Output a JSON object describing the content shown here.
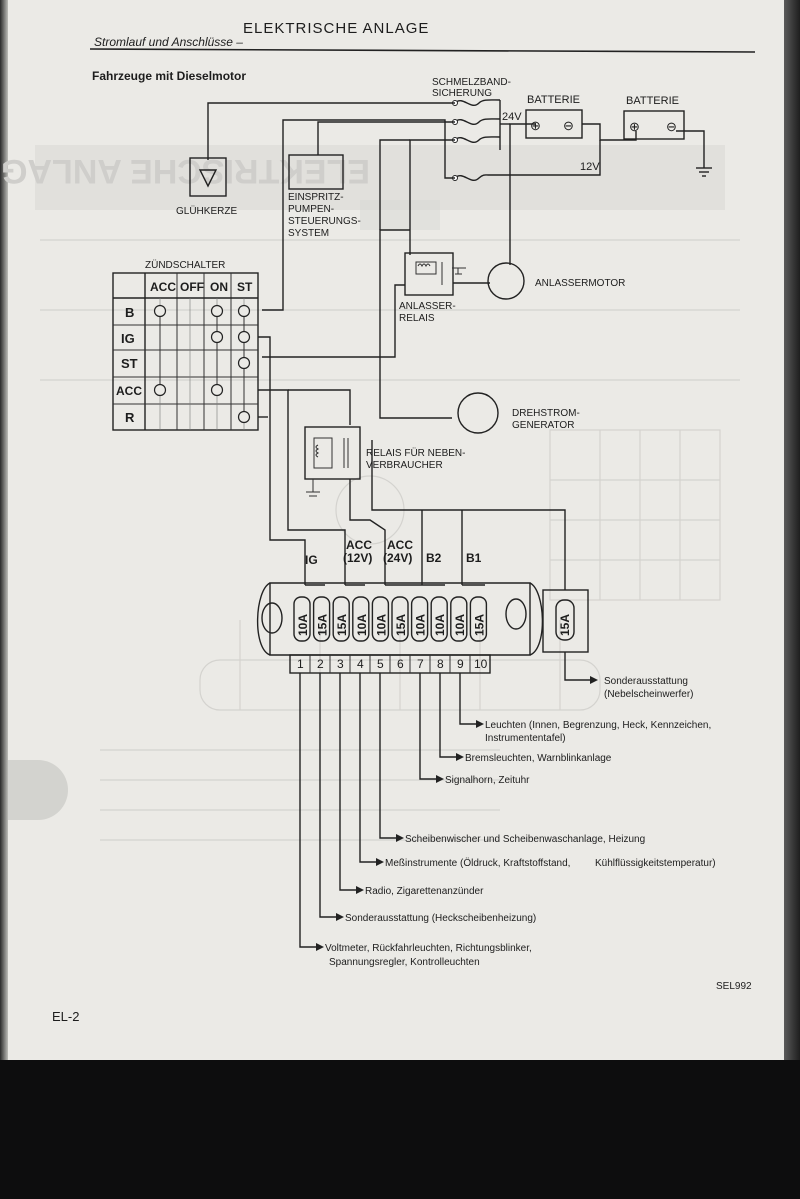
{
  "header": {
    "left": "Stromlauf und Anschlüsse –",
    "right": "ELEKTRISCHE ANLAGE"
  },
  "subtitle": "Fahrzeuge mit Dieselmotor",
  "components": {
    "fuse_link": [
      "SCHMELZBAND-",
      "SICHERUNG"
    ],
    "battery_1": "BATTERIE",
    "battery_2": "BATTERIE",
    "voltage_24": "24V",
    "voltage_12": "12V",
    "glow_plug": "GLÜHKERZE",
    "injection_pump": [
      "EINSPRITZ-",
      "PUMPEN-",
      "STEUERUNGS-",
      "SYSTEM"
    ],
    "starter_relay": [
      "ANLASSER-",
      "RELAIS"
    ],
    "starter_motor": "ANLASSERMOTOR",
    "alternator": [
      "DREHSTROM-",
      "GENERATOR"
    ],
    "accessory_relay": [
      "RELAIS FÜR NEBEN-",
      "VERBRAUCHER"
    ]
  },
  "ignition_switch": {
    "title": "ZÜNDSCHALTER",
    "columns": [
      "ACC",
      "OFF",
      "ON",
      "ST"
    ],
    "rows": [
      "B",
      "IG",
      "ST",
      "ACC",
      "R"
    ]
  },
  "fuse_box": {
    "inputs": [
      {
        "label": "IG"
      },
      {
        "label": "ACC",
        "sub": "(12V)"
      },
      {
        "label": "ACC",
        "sub": "(24V)"
      },
      {
        "label": "B2"
      },
      {
        "label": "B1"
      }
    ],
    "fuses": [
      "10A",
      "15A",
      "15A",
      "10A",
      "10A",
      "15A",
      "10A",
      "10A",
      "10A",
      "15A"
    ],
    "numbers": [
      "1",
      "2",
      "3",
      "4",
      "5",
      "6",
      "7",
      "8",
      "9",
      "10"
    ],
    "extra_fuse": "15A"
  },
  "outputs": [
    {
      "lines": [
        "Sonderausstattung",
        "(Nebelscheinwerfer)"
      ]
    },
    {
      "lines": [
        "Leuchten (Innen, Begrenzung, Heck, Kennzeichen,",
        "Instrumententafel)"
      ]
    },
    {
      "lines": [
        "Bremsleuchten, Warnblinkanlage"
      ]
    },
    {
      "lines": [
        "Signalhorn, Zeituhr"
      ]
    },
    {
      "lines": [
        "Scheibenwischer und Scheibenwaschanlage, Heizung"
      ]
    },
    {
      "lines": [
        "Meßinstrumente (Öldruck, Kraftstoffstand,",
        "Kühlflüssigkeitstemperatur)"
      ]
    },
    {
      "lines": [
        "Radio, Zigarettenanzünder"
      ]
    },
    {
      "lines": [
        "Sonderausstattung (Heckscheibenheizung)"
      ]
    },
    {
      "lines": [
        "Voltmeter, Rückfahrleuchten, Richtungsblinker,",
        "Spannungsregler, Kontrolleuchten"
      ]
    }
  ],
  "figure_code": "SEL992",
  "page_number": "EL-2"
}
